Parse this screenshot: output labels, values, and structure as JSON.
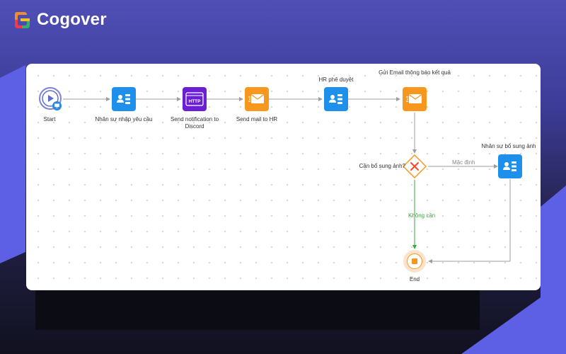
{
  "brand": {
    "name": "Cogover",
    "logo_colors": [
      "#f48c2a",
      "#ef3b49",
      "#2fb36b",
      "#f7c21b"
    ]
  },
  "colors": {
    "task_blue": "#1e90ec",
    "mail_orange": "#f7971d",
    "http_purple": "#6a1fd1",
    "edge_gray": "#9e9e9e",
    "branch_green": "#3aa83a"
  },
  "workflow": {
    "nodes": {
      "start": {
        "label": "Start",
        "icon": "play-icon"
      },
      "n1": {
        "label": "Nhân sự nhập yêu cầu",
        "icon": "user-task-icon"
      },
      "n2": {
        "label": "Send notification to Discord",
        "icon": "http-icon",
        "icon_text": "HTTP"
      },
      "n3": {
        "label": "Send mail to HR",
        "icon": "mail-icon"
      },
      "n4": {
        "label": "HR phê duyệt",
        "icon": "user-task-icon"
      },
      "n5": {
        "label": "Gửi Email thông báo kết quả",
        "icon": "mail-icon"
      },
      "gateway": {
        "label": "Cần bổ sung ảnh?",
        "icon": "exclusive-gateway-icon"
      },
      "n6": {
        "label": "Nhân sự bổ sung ảnh",
        "icon": "user-task-icon"
      },
      "end": {
        "label": "End",
        "icon": "stop-icon"
      }
    },
    "edge_labels": {
      "default": "Mặc định",
      "no": "Không cần"
    }
  }
}
